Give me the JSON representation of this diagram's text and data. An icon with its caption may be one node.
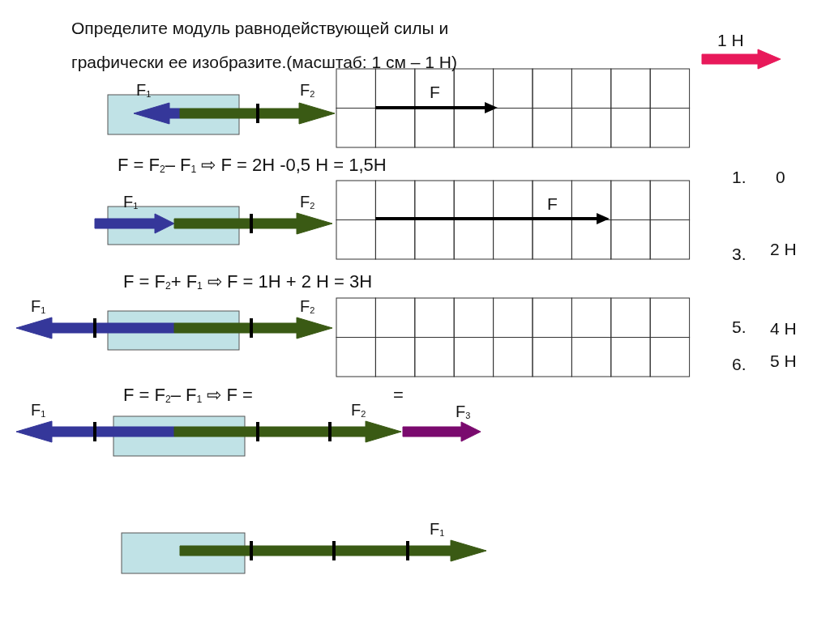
{
  "diagram": {
    "title": "Определите модуль равнодействующей силы и графически ее изобразите.(масштаб: 1 см – 1 Н)",
    "labels": [
      "1 Н",
      "F$_{1}$",
      "F$_{2}$",
      "F",
      "F = F$_{2}$– F$_{1}$ ⇨  F = 2Н -0,5 Н = 1,5Н",
      "1.",
      "0",
      "F$_{1}$",
      "F$_{2}$",
      "F",
      "3.",
      "2 Н",
      "F = F$_{2}$+ F$_{1}$ ⇨  F = 1Н + 2 Н = 3Н",
      "F$_{1}$",
      "F$_{2}$",
      "5.",
      "4 Н",
      "6.",
      "5 Н",
      "F = F$_{2}$– F$_{1}$ ⇨  F =",
      "=",
      "F$_{1}$",
      "F$_{2}$",
      "F$_{3}$",
      "F$_{1}$"
    ]
  }
}
